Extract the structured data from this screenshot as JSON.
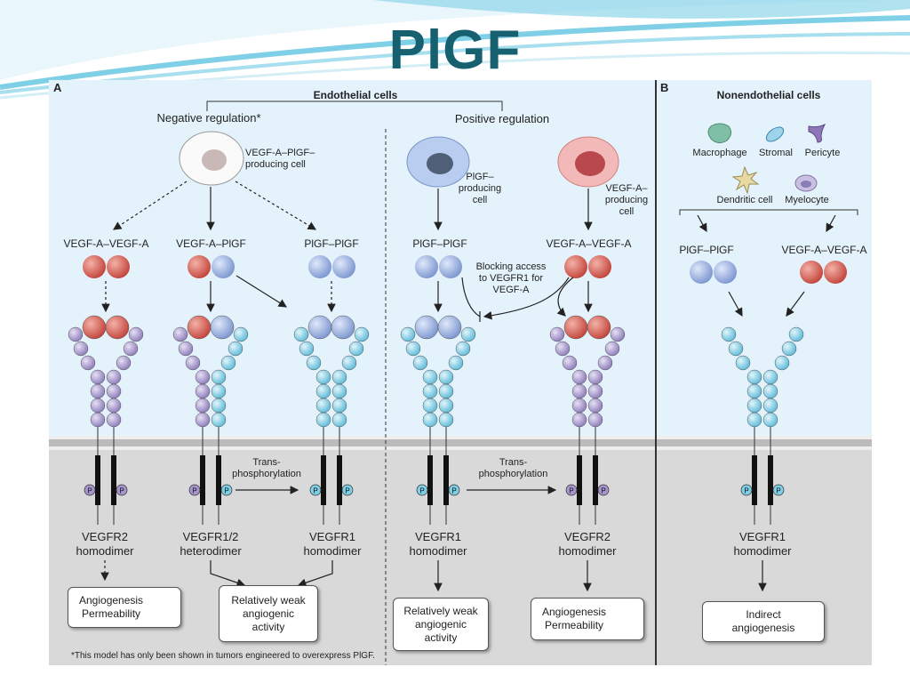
{
  "title": "PlGF",
  "panel_a": {
    "letter": "A",
    "header": "Endothelial cells",
    "negative": "Negative regulation*",
    "positive": "Positive regulation",
    "cell1": "VEGF-A–PlGF–\nproducing cell",
    "cell2": "PlGF–\nproducing\ncell",
    "cell3": "VEGF-A–\nproducing\ncell",
    "ligands": [
      "VEGF-A–VEGF-A",
      "VEGF-A–PlGF",
      "PlGF–PlGF",
      "PlGF–PlGF",
      "VEGF-A–VEGF-A"
    ],
    "blocking": "Blocking access\nto VEGFR1 for\nVEGF-A",
    "trans1": "Trans-\nphosphorylation",
    "trans2": "Trans-\nphosphorylation",
    "receptors": [
      "VEGFR2\nhomodimer",
      "VEGFR1/2\nheterodimer",
      "VEGFR1\nhomodimer",
      "VEGFR1\nhomodimer",
      "VEGFR2\nhomodimer"
    ],
    "outcomes": [
      "Angiogenesis\nPermeability",
      "Relatively weak\nangiogenic\nactivity",
      "Relatively weak\nangiogenic\nactivity",
      "Angiogenesis\nPermeability"
    ],
    "footnote": "*This model has only been shown in tumors engineered to overexpress PlGF."
  },
  "panel_b": {
    "letter": "B",
    "header": "Nonendothelial cells",
    "cells": [
      "Macrophage",
      "Stromal",
      "Pericyte",
      "Dendritic cell",
      "Myelocyte"
    ],
    "ligands": [
      "PlGF–PlGF",
      "VEGF-A–VEGF-A"
    ],
    "receptor": "VEGFR1\nhomodimer",
    "outcome": "Indirect\nangiogenesis"
  },
  "colors": {
    "title": "#17606f",
    "panel_bg": "#e4f3fb",
    "membrane_bg": "#d9d9d9",
    "red": "#cf4f45",
    "blue": "#8fa8dc",
    "purple": "#a595cc",
    "cyan": "#7ecfe6"
  }
}
